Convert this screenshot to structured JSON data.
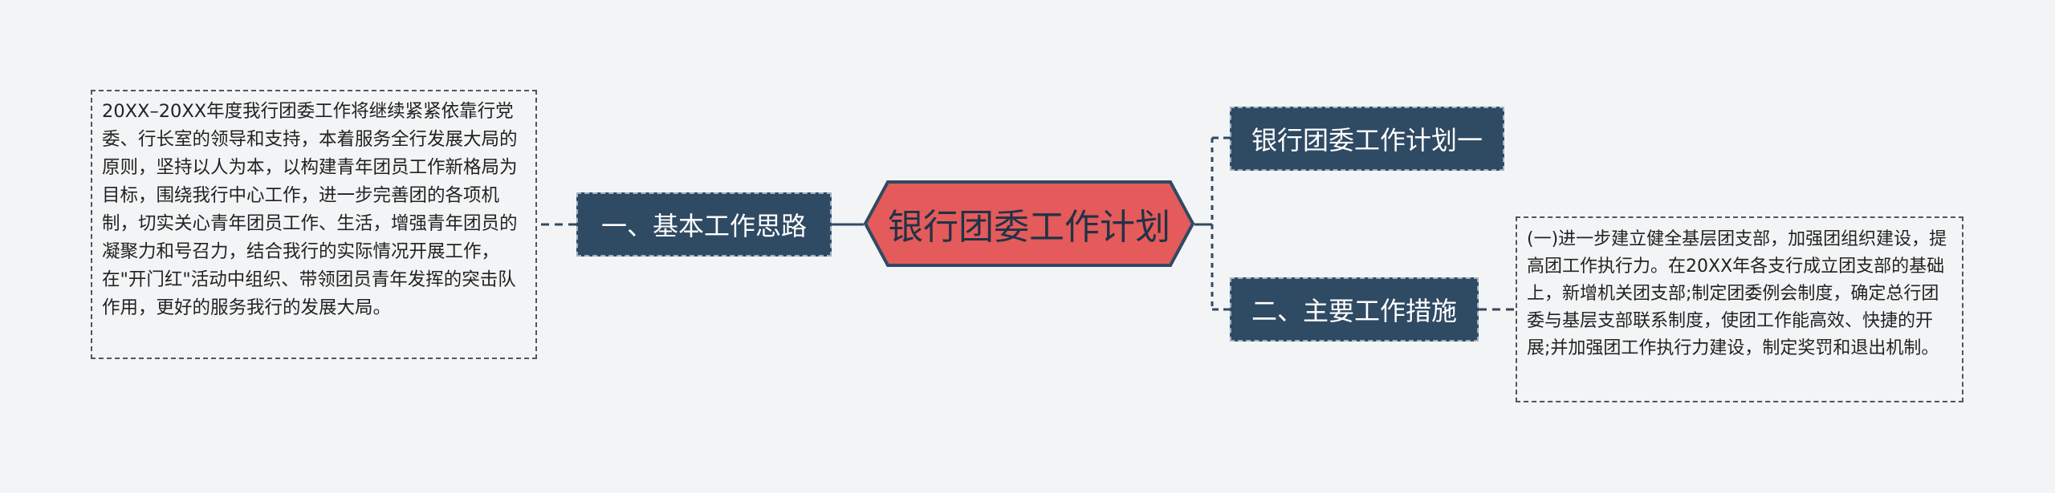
{
  "central": {
    "title": "银行团委工作计划"
  },
  "left_branch": {
    "label": "一、基本工作思路",
    "detail": "20XX–20XX年度我行团委工作将继续紧紧依靠行党委、行长室的领导和支持，本着服务全行发展大局的原则，坚持以人为本，以构建青年团员工作新格局为目标，围绕我行中心工作，进一步完善团的各项机制，切实关心青年团员工作、生活，增强青年团员的凝聚力和号召力，结合我行的实际情况开展工作，在\"开门红\"活动中组织、带领团员青年发挥的突击队作用，更好的服务我行的发展大局。"
  },
  "right_branches": [
    {
      "label": "银行团委工作计划一"
    },
    {
      "label": "二、主要工作措施",
      "detail": "(一)进一步建立健全基层团支部，加强团组织建设，提高团工作执行力。在20XX年各支行成立团支部的基础上，新增机关团支部;制定团委例会制度，确定总行团委与基层支部联系制度，使团工作能高效、快捷的开展;并加强团工作执行力建设，制定奖罚和退出机制。"
    }
  ],
  "colors": {
    "background": "#f3f4f5",
    "central_fill": "#e55a5a",
    "central_border": "#2f4a63",
    "node_fill": "#2f4a63",
    "node_text": "#ffffff",
    "connector": "#2f4a63"
  }
}
